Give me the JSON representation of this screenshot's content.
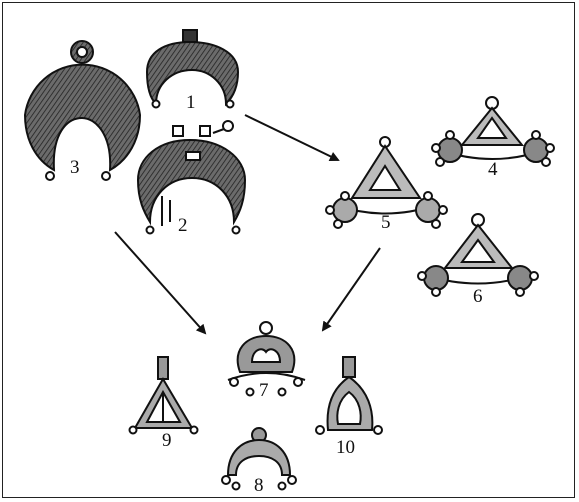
{
  "figure": {
    "labels": {
      "n1": "1",
      "n2": "2",
      "n3": "3",
      "n4": "4",
      "n5": "5",
      "n6": "6",
      "n7": "7",
      "n8": "8",
      "n9": "9",
      "n10": "10"
    },
    "ink_color": "#1a1a1a",
    "background": "#ffffff"
  }
}
